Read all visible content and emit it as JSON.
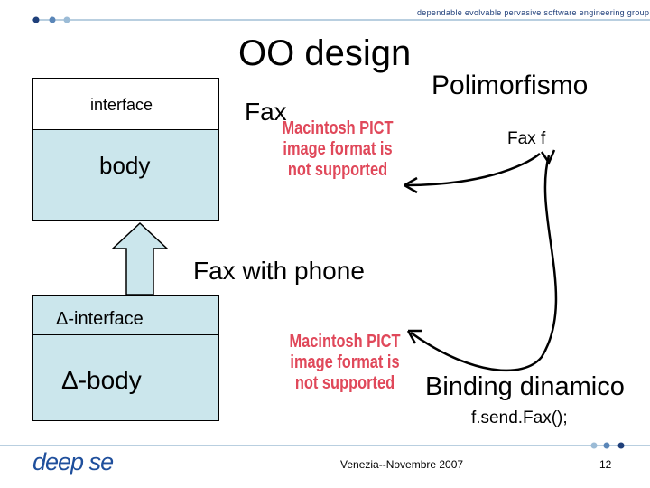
{
  "header": {
    "group_name": "dependable evolvable pervasive software engineering group"
  },
  "slide": {
    "title": "OO design",
    "subtitle": "Polimorfismo",
    "fax_label": "Fax",
    "fax_f_label": "Fax f",
    "fax_with_phone_label": "Fax with phone",
    "binding_label": "Binding dinamico",
    "send_call": "f.send.Fax();"
  },
  "image_placeholders": [
    {
      "text": "Macintosh PICT image format is not supported"
    },
    {
      "text": "Macintosh PICT image format is not supported"
    }
  ],
  "diagram": {
    "interface_label": "interface",
    "body_label": "body",
    "delta_interface_label": "Δ-interface",
    "delta_body_label": "Δ-body"
  },
  "footer": {
    "logo_text": "deep se",
    "location_date": "Venezia--Novembre 2007",
    "page_number": "12"
  },
  "colors": {
    "box_fill": "#cbe6ec",
    "pict_text": "#e0485a",
    "logo_blue": "#1f4f9c",
    "header_line": "#b9cfe0"
  }
}
